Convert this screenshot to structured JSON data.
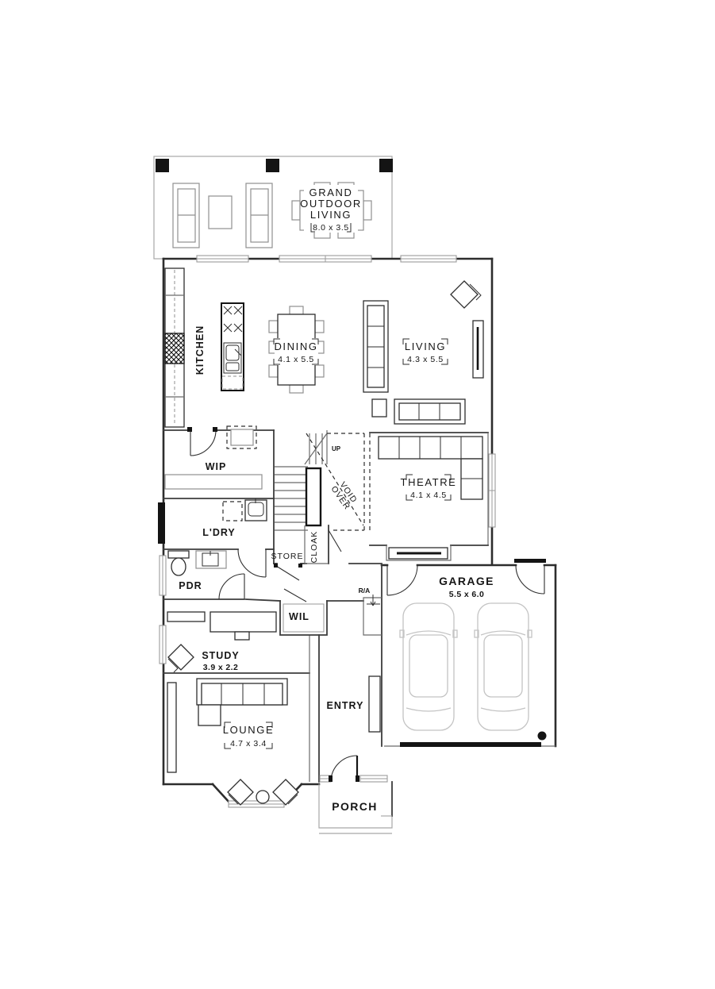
{
  "plan": {
    "type": "residential ground floor plan",
    "rooms": {
      "grand_outdoor_living": {
        "line1": "GRAND",
        "line2": "OUTDOOR",
        "line3": "LIVING",
        "dims": "8.0 x 3.5"
      },
      "kitchen": {
        "name": "KITCHEN"
      },
      "dining": {
        "name": "DINING",
        "dims": "4.1 x 5.5"
      },
      "living": {
        "name": "LIVING",
        "dims": "4.3 x 5.5"
      },
      "wip": {
        "name": "WIP"
      },
      "theatre": {
        "name": "THEATRE",
        "dims": "4.1 x 4.5"
      },
      "laundry": {
        "name": "L'DRY"
      },
      "store": {
        "name": "STORE"
      },
      "cloak": {
        "name": "CLOAK"
      },
      "powder": {
        "name": "PDR"
      },
      "wil": {
        "name": "WIL"
      },
      "garage": {
        "name": "GARAGE",
        "dims": "5.5 x 6.0"
      },
      "study": {
        "name": "STUDY",
        "dims": "3.9 x 2.2"
      },
      "entry": {
        "name": "ENTRY"
      },
      "lounge": {
        "name": "LOUNGE",
        "dims": "4.7 x 3.4"
      },
      "porch": {
        "name": "PORCH"
      }
    },
    "annotations": {
      "void_line1": "VOID",
      "void_line2": "OVER",
      "up": "UP",
      "return_air": "R/A"
    },
    "colors": {
      "exterior_wall": "#2d2d2d",
      "interior_wall": "#3d3d3d",
      "furniture": "#2e2e2e",
      "light_furniture": "#c4c4c4",
      "window": "#9a9a9a",
      "background": "#ffffff"
    }
  }
}
